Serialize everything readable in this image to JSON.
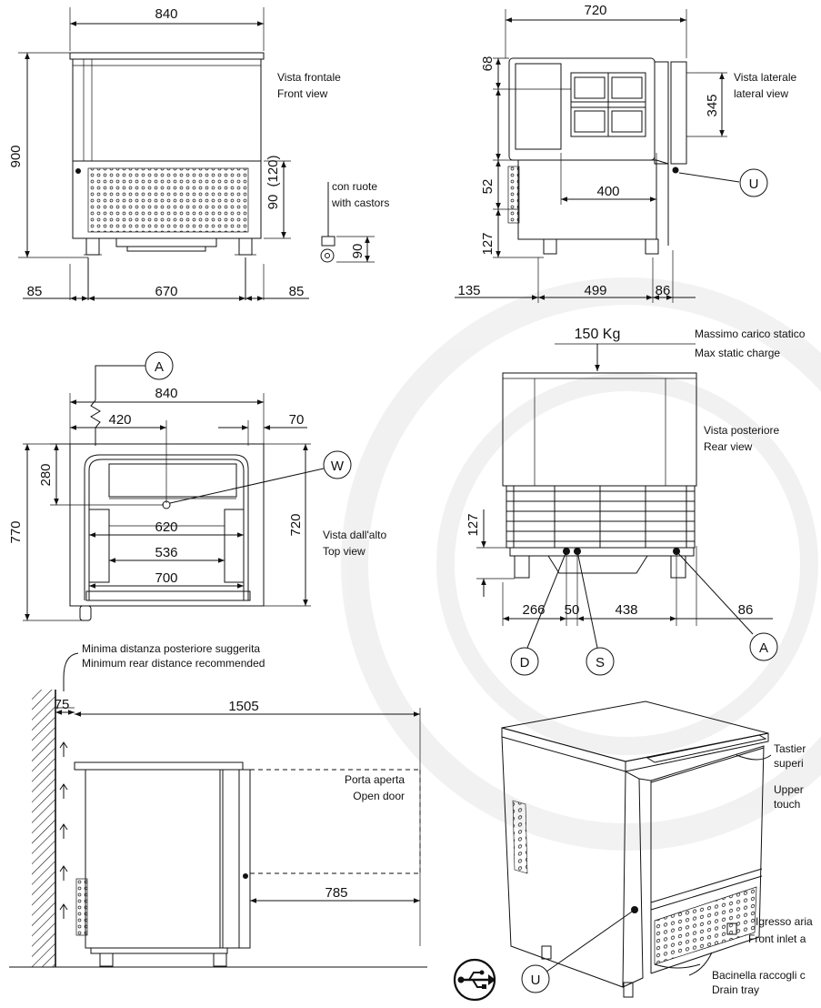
{
  "front": {
    "width": "840",
    "height": "900",
    "dim_120": "(120)",
    "dim_90": "90",
    "castor_90": "90",
    "left": "85",
    "center": "670",
    "right": "85",
    "label_it": "Vista frontale",
    "label_en": "Front view",
    "castor_it": "con ruote",
    "castor_en": "with castors"
  },
  "lateral": {
    "width": "720",
    "d68": "68",
    "d345": "345",
    "d52": "52",
    "d400": "400",
    "d127": "127",
    "d135": "135",
    "d499": "499",
    "d86": "86",
    "label_it": "Vista laterale",
    "label_en": "lateral view",
    "marker_u": "U"
  },
  "top": {
    "marker_a": "A",
    "marker_w": "W",
    "d840": "840",
    "d420": "420",
    "d70": "70",
    "d280": "280",
    "d770": "770",
    "d720": "720",
    "d620": "620",
    "d536": "536",
    "d700": "700",
    "label_it": "Vista dall'alto",
    "label_en": "Top view"
  },
  "rear": {
    "load": "150 Kg",
    "load_it": "Massimo carico statico",
    "load_en": "Max static charge",
    "label_it": "Vista posteriore",
    "label_en": "Rear view",
    "d127": "127",
    "d266": "266",
    "d50": "50",
    "d438": "438",
    "d86": "86",
    "marker_d": "D",
    "marker_s": "S",
    "marker_a": "A"
  },
  "side": {
    "note_it": "Minima distanza posteriore suggerita",
    "note_en": "Minimum rear distance recommended",
    "d75": "75",
    "d1505": "1505",
    "d785": "785",
    "door_it": "Porta aperta",
    "door_en": "Open door"
  },
  "iso": {
    "keyboard_it_1": "Tastier",
    "keyboard_it_2": "superi",
    "keyboard_en_1": "Upper",
    "keyboard_en_2": "touch",
    "inlet_it": "Igresso aria",
    "inlet_en": "Front inlet a",
    "tray_it": "Bacinella raccogli c",
    "tray_en": "Drain tray",
    "marker_u": "U"
  }
}
